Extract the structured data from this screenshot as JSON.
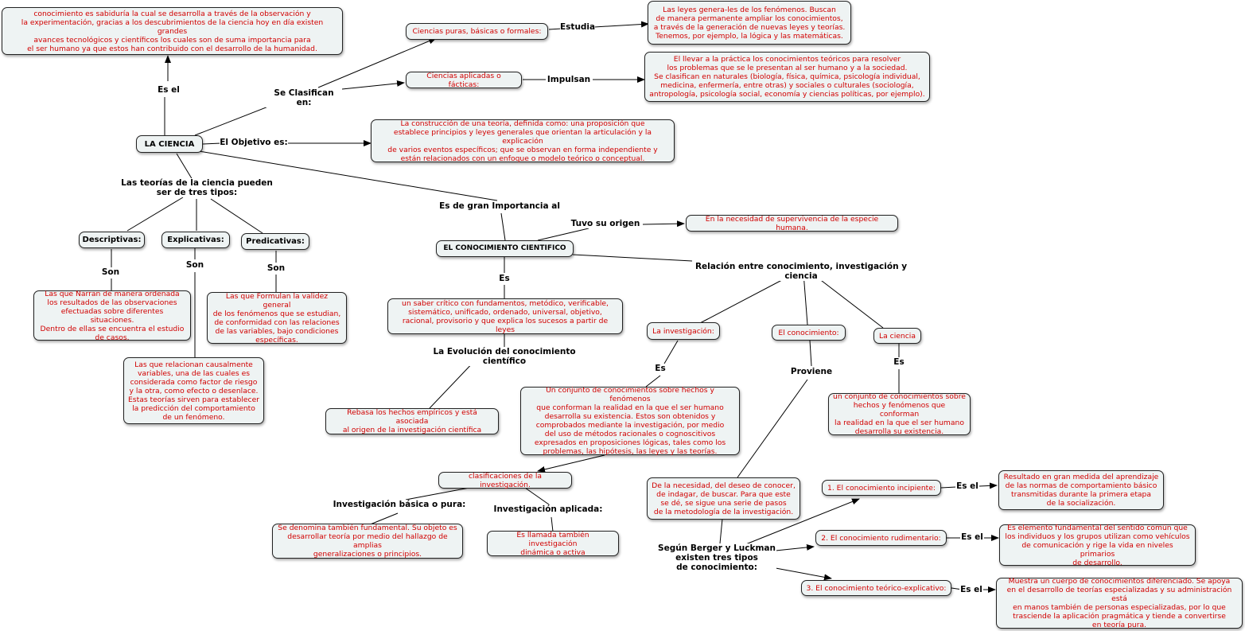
{
  "nodes": {
    "la_ciencia": "LA CIENCIA",
    "def_ciencia": "conocimiento es sabiduría la cual se desarrolla a través de la observación y\nla experimentación, gracias a los descubrimientos de la ciencia hoy en día existen grandes\navances tecnológicos y científicos los cuales son de suma importancia para\nel ser humano ya que estos han contribuido con el desarrollo de la humanidad.",
    "ciencias_puras": "Ciencias puras, básicas o formales:",
    "ciencias_puras_desc": "Las leyes genera-les de los fenómenos. Buscan\nde manera permanente ampliar los conocimientos,\na través de la generación de nuevas leyes y teorías.\nTenemos, por ejemplo, la lógica y las matemáticas.",
    "ciencias_aplicadas": "Ciencias aplicadas o fácticas:",
    "ciencias_aplicadas_desc": "El llevar a la práctica los conocimientos teóricos para resolver\nlos problemas que se le presentan al ser humano y a la sociedad.\nSe clasifican en naturales (biología, física, química, psicología individual,\nmedicina, enfermería, entre otras) y sociales o culturales (sociología,\nantropología, psicología social, economía y ciencias políticas, por ejemplo).",
    "objetivo_desc": "La construcción de una teoría, definida como: una proposición que\nestablece principios y leyes generales que orientan la articulación y la explicación\nde varios eventos específicos; que se observan en forma independiente y\nestán relacionados con un enfoque o modelo teórico o conceptual.",
    "descriptivas": "Descriptivas:",
    "explicativas": "Explicativas:",
    "predicativas": "Predicativas:",
    "descriptivas_desc": "Las que Narran de manera ordenada\nlos resultados de las observaciones\nefectuadas sobre diferentes situaciones.\nDentro de ellas se encuentra el estudio\nde casos.",
    "explicativas_desc": "Las que relacionan causalmente\nvariables, una de las cuales es\nconsiderada como factor de riesgo\ny la otra, como efecto o desenlace.\nEstas teorías sirven para establecer\nla predicción del comportamiento\nde un fenómeno.",
    "predicativas_desc": "Las que Formulan la validez general\nde los fenómenos que se estudian,\nde conformidad  con las relaciones\nde las variables, bajo condiciones\nespecíficas.",
    "conocimiento_cientifico": "EL CONOCIMIENTO CIENTIFICO",
    "origen_desc": "En la necesidad de supervivencia de la especie humana.",
    "cc_es_desc": "un saber crítico con fundamentos, metódico, verificable,\nsistemático, unificado, ordenado, universal, objetivo,\nracional, provisorio y que explica los sucesos a partir de leyes",
    "evolucion_desc": "Rebasa los hechos empíricos y está asociada\nal origen de la investigación científica",
    "la_investigacion": "La investigación:",
    "el_conocimiento": "El conocimiento:",
    "la_ciencia2": "La ciencia",
    "investigacion_desc": "Un conjunto de conocimientos sobre hechos y fenómenos\nque conforman la realidad en la que el ser humano\ndesarrolla su existencia. Estos son obtenidos y\ncomprobados mediante la investigación, por medio\ndel uso de métodos racionales o cognoscitivos\nexpresados en proposiciones lógicas, tales como los\nproblemas, las hipótesis, las leyes y las teorías.",
    "ciencia2_desc": "un conjunto de conocimientos sobre\nhechos y fenómenos que conforman\nla realidad en la que el ser humano\ndesarrolla su existencia.",
    "clasificaciones": "clasificaciones de la investigación.",
    "inv_basica_desc": "Se denomina también fundamental. Su objeto es\ndesarrollar teoría por medio del hallazgo de amplias\ngeneralizaciones o principios.",
    "inv_aplicada_desc": "Es llamada también investigación\ndinámica o activa",
    "proviene_desc": "De la necesidad, del deseo de conocer,\nde indagar, de buscar. Para que este\nse dé, se sigue una serie de pasos\nde la metodología de la investigación.",
    "incipiente": "1. El conocimiento incipiente:",
    "incipiente_desc": "Resultado en gran medida del aprendizaje\nde las normas de comportamiento básico\ntransmitidas durante la primera etapa\nde la socialización.",
    "rudimentario": "2. El conocimiento rudimentario:",
    "rudimentario_desc": "Es elemento fundamental del sentido común que\nlos individuos y los grupos utilizan como vehículos\nde comunicación y rige la  vida en niveles primarios\nde desarrollo.",
    "teorico": "3. El conocimiento teórico-explicativo:",
    "teorico_desc": "Muestra un cuerpo de conocimientos diferenciado. Se apoya\nen el desarrollo de teorías especializadas y su administración está\nen manos también de personas especializadas, por lo que\ntrasciende la aplicación pragmática y tiende a convertirse\nen teoría pura."
  },
  "labels": {
    "es_el": "Es el",
    "se_clasifican": "Se Clasifican en:",
    "estudia": "Estudia",
    "impulsan": "Impulsan",
    "objetivo": "El Objetivo es:",
    "teorias_tipos": "Las teorías de la ciencia pueden\nser de tres tipos:",
    "son_1": "Son",
    "son_2": "Son",
    "son_3": "Son",
    "importancia": "Es de gran Importancia al",
    "tuvo_origen": "Tuvo su origen",
    "relacion": "Relación entre conocimiento, investigación y ciencia",
    "es_cc": "Es",
    "evolucion": "La Evolución del conocimiento científico",
    "es_inv": "Es",
    "es_ciencia": "Es",
    "proviene": "Proviene",
    "inv_basica": "Investigación básica o pura:",
    "inv_aplicada": "Investigación aplicada:",
    "berger": "Según Berger y Luckman\nexisten tres tipos\nde conocimiento:",
    "es_el_1": "Es el",
    "es_el_2": "Es el",
    "es_el_3": "Es el"
  }
}
